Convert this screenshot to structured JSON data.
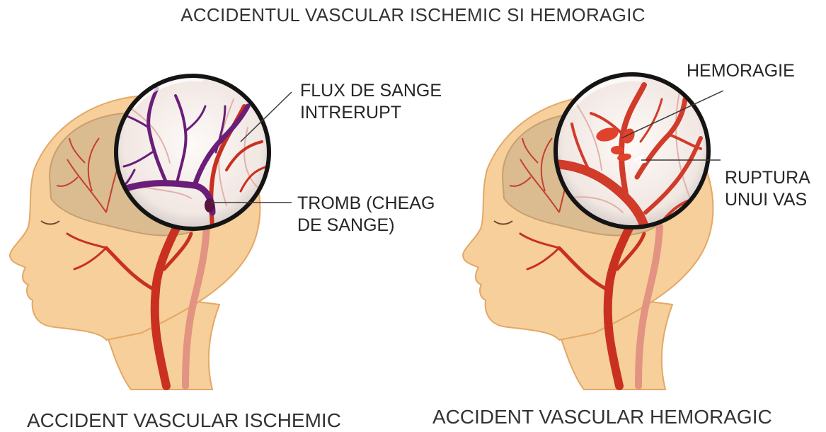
{
  "title": "ACCIDENTUL VASCULAR ISCHEMIC SI HEMORAGIC",
  "panels": [
    {
      "caption": "ACCIDENT VASCULAR ISCHEMIC",
      "labels": {
        "flux_line1": "FLUX DE SANGE",
        "flux_line2": "INTRERUPT",
        "tromb_line1": "TROMB (CHEAG",
        "tromb_line2": "DE SANGE)"
      }
    },
    {
      "caption": "ACCIDENT VASCULAR HEMORAGIC",
      "labels": {
        "hemoragie": "HEMORAGIE",
        "ruptura_line1": "RUPTURA",
        "ruptura_line2": "UNUI VAS"
      }
    }
  ],
  "colors": {
    "skin": "#f6cf9a",
    "skin_outline": "#e3a866",
    "brain": "#d9b98f",
    "artery": "#d13b2a",
    "clot": "#6a1e78",
    "lens_rim": "#141414"
  }
}
